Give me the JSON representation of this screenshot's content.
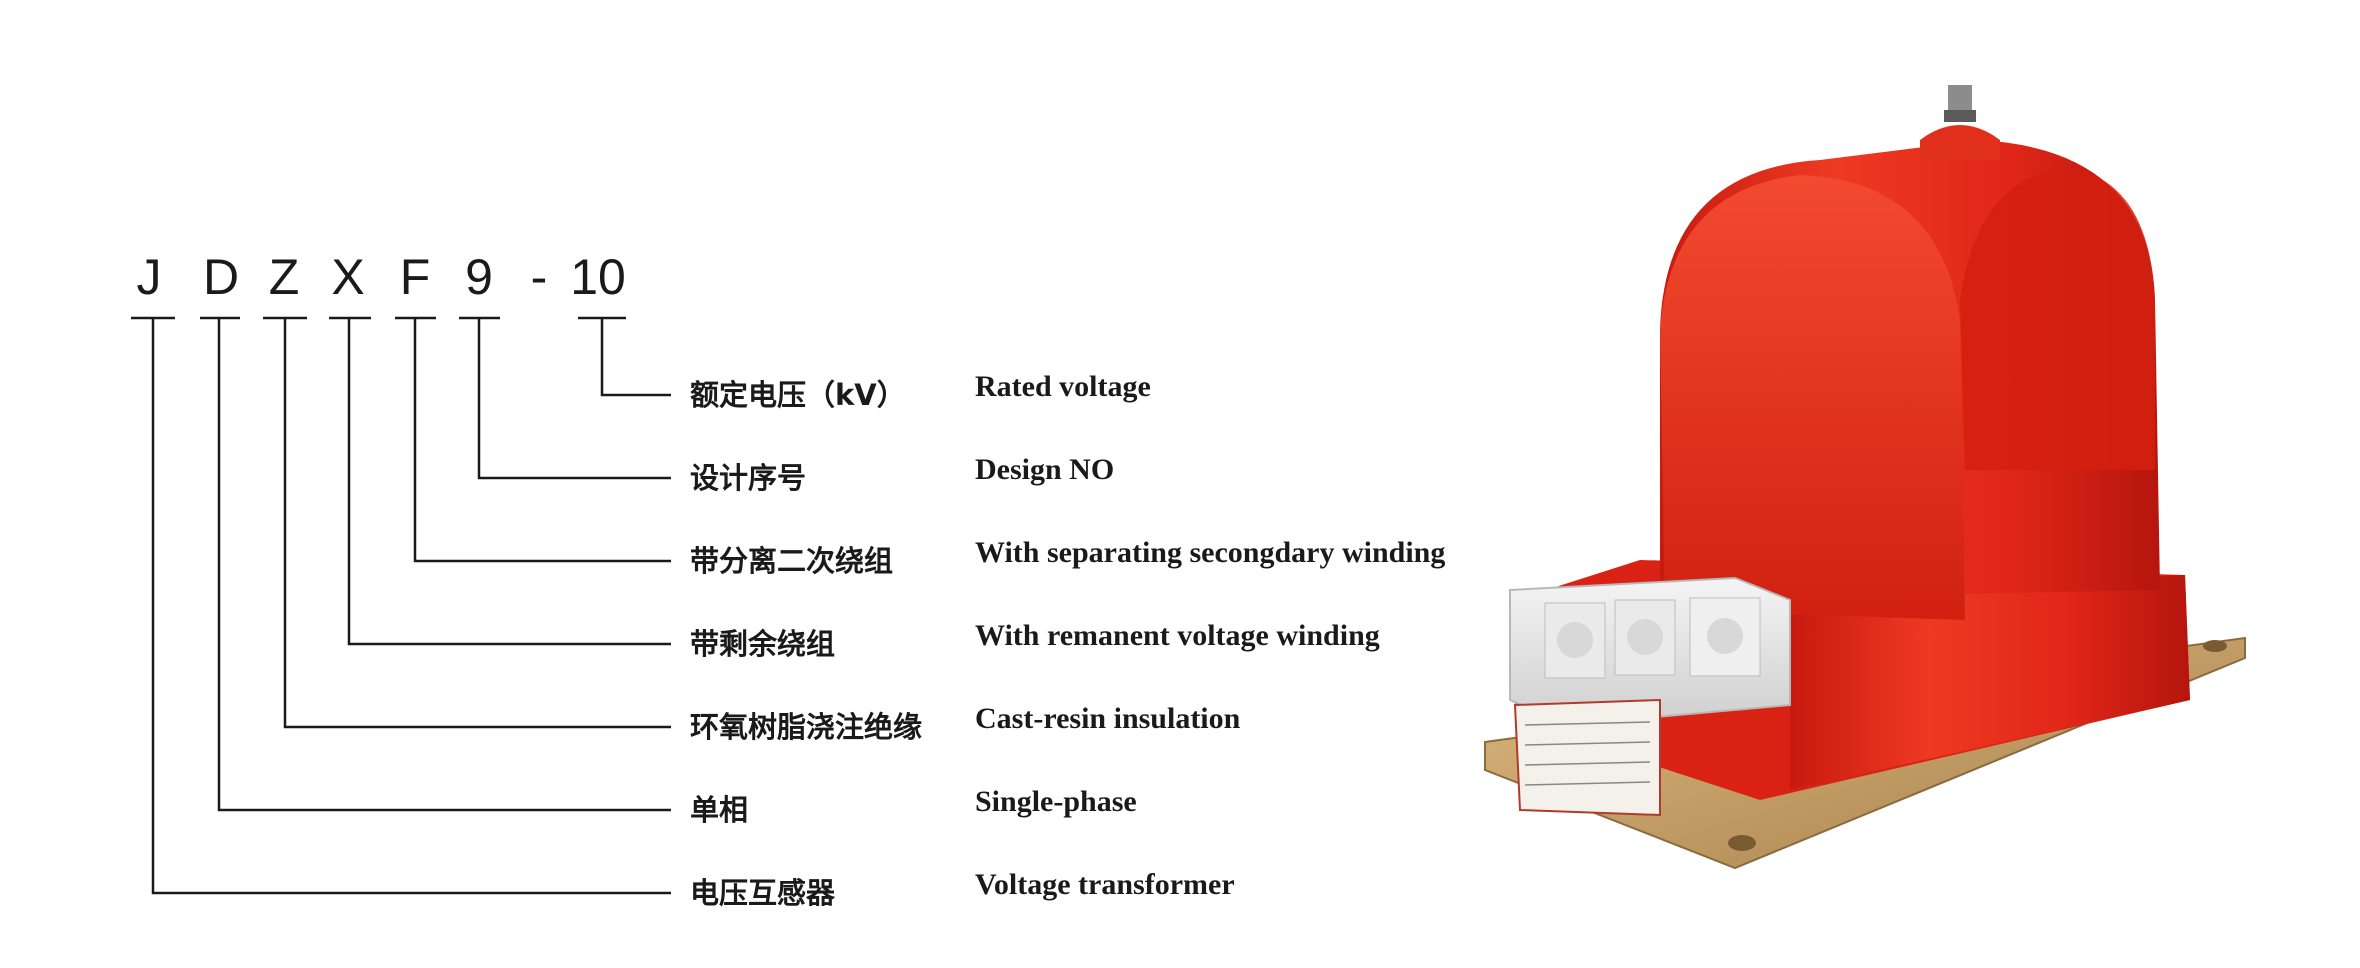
{
  "model_code": {
    "letters": [
      "J",
      "D",
      "Z",
      "X",
      "F",
      "9",
      "-",
      "10"
    ]
  },
  "legend": [
    {
      "zh": "额定电压（kV）",
      "en": "Rated voltage"
    },
    {
      "zh": "设计序号",
      "en": "Design NO"
    },
    {
      "zh": "带分离二次绕组",
      "en": "With separating secongdary winding"
    },
    {
      "zh": "带剩余绕组",
      "en": "With remanent voltage winding"
    },
    {
      "zh": "环氧树脂浇注绝缘",
      "en": "Cast-resin insulation"
    },
    {
      "zh": "单相",
      "en": "Single-phase"
    },
    {
      "zh": "电压互感器",
      "en": "Voltage transformer"
    }
  ],
  "colors": {
    "text": "#1a1a1a",
    "product_body": "#e8261a",
    "product_base": "#c9a46a"
  }
}
